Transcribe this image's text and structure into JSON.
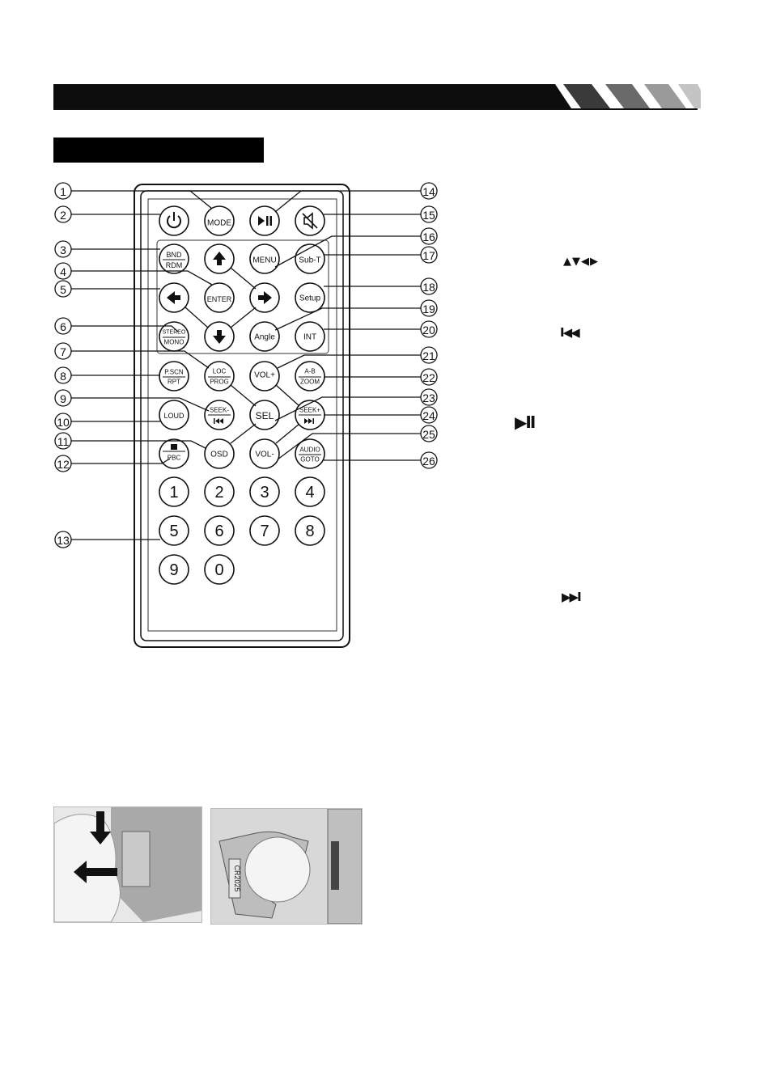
{
  "remote": {
    "buttons": {
      "mode": "MODE",
      "menu": "MENU",
      "sub_t": "Sub-T",
      "bnd": "BND",
      "rdm": "RDM",
      "enter": "ENTER",
      "setup": "Setup",
      "stereo": "STEREO",
      "mono": "MONO",
      "angle": "Angle",
      "int": "INT",
      "loc": "LOC",
      "prog": "PROG",
      "vol_plus": "VOL+",
      "ab": "A-B",
      "zoom": "ZOOM",
      "pscn": "P.SCN",
      "rpt": "RPT",
      "loud": "LOUD",
      "seek_minus": "SEEK-",
      "sel": "SEL",
      "seek_plus": "SEEK+",
      "osd": "OSD",
      "pbc": "PBC",
      "vol_minus": "VOL-",
      "audio": "AUDIO",
      "goto": "GOTO",
      "digits": [
        "1",
        "2",
        "3",
        "4",
        "5",
        "6",
        "7",
        "8",
        "9",
        "0"
      ]
    },
    "callouts_left": [
      "1",
      "2",
      "3",
      "4",
      "5",
      "6",
      "7",
      "8",
      "9",
      "10",
      "11",
      "12",
      "13"
    ],
    "callouts_right": [
      "14",
      "15",
      "16",
      "17",
      "18",
      "19",
      "20",
      "21",
      "22",
      "23",
      "24",
      "25",
      "26"
    ]
  },
  "legend_icons": {
    "arrows": "▲▼◀▶",
    "prev": "I◀◀",
    "play_pause": "▶II",
    "next": "▶▶I"
  },
  "battery_photos": {
    "label": "CR2025"
  }
}
